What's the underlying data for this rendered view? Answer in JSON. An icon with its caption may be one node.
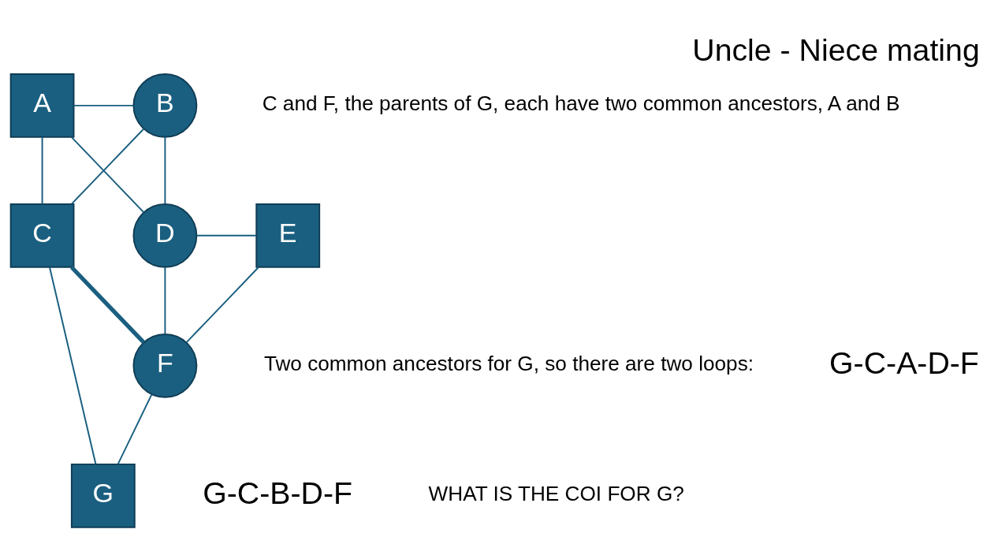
{
  "diagram": {
    "title": "Uncle - Niece mating",
    "nodes": [
      {
        "text": [
          "A"
        ]
      },
      {
        "text": [
          "B"
        ]
      },
      {
        "text": [
          "C"
        ]
      },
      {
        "text": [
          "D"
        ]
      },
      {
        "text": [
          "E"
        ]
      },
      {
        "text": [
          "F"
        ]
      },
      {
        "text": [
          "G"
        ]
      }
    ],
    "edges": [
      {
        "from": 0,
        "to": 1,
        "arrow": "none"
      },
      {
        "from": 0,
        "to": 2,
        "arrow": "none"
      },
      {
        "from": 1,
        "to": 2,
        "arrow": "none"
      },
      {
        "from": 0,
        "to": 3,
        "arrow": "none"
      },
      {
        "from": 1,
        "to": 3,
        "arrow": "none"
      },
      {
        "from": 3,
        "to": 4,
        "arrow": "none"
      },
      {
        "from": 3,
        "to": 5,
        "arrow": "none"
      },
      {
        "from": 4,
        "to": 5,
        "arrow": "none"
      },
      {
        "from": 2,
        "to": 5,
        "arrow": "none",
        "style": "thick"
      },
      {
        "from": 2,
        "to": 6,
        "arrow": "none"
      },
      {
        "from": 5,
        "to": 6,
        "arrow": "none"
      }
    ],
    "labels": [
      "C and F, the parents of G, each have two common ancestors, A and B",
      "Two common ancestors for G, so there are two loops:",
      "G-C-A-D-F",
      "G-C-B-D-F",
      "WHAT IS THE COI FOR G?"
    ]
  }
}
